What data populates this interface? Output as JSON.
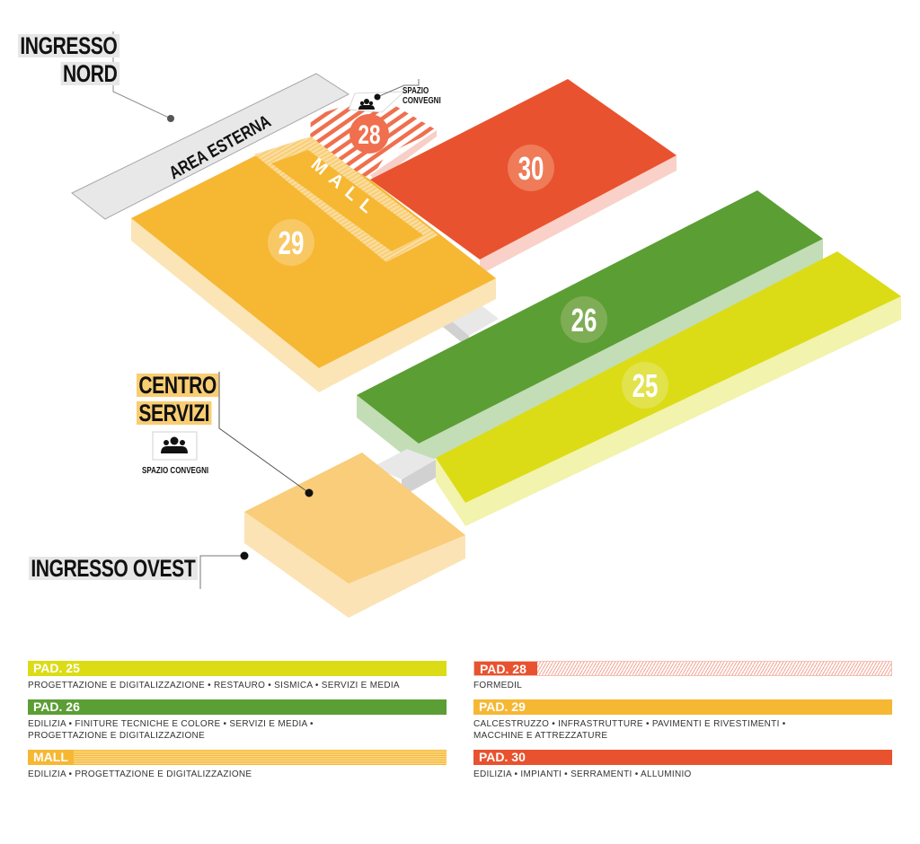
{
  "map": {
    "entrances": {
      "nord": [
        "INGRESSO",
        "NORD"
      ],
      "ovest": "INGRESSO OVEST"
    },
    "area_esterna": "AREA ESTERNA",
    "mall_label": "MALL",
    "centro_servizi": [
      "CENTRO",
      "SERVIZI"
    ],
    "spazio_convegni_top": [
      "SPAZIO",
      "CONVEGNI"
    ],
    "spazio_convegni_centro": "SPAZIO CONVEGNI",
    "pavilions": [
      {
        "id": "25",
        "label": "25",
        "color": "#dbdc15",
        "side": "#f2f3ac"
      },
      {
        "id": "26",
        "label": "26",
        "color": "#5b9e34",
        "side": "#c3ddb6"
      },
      {
        "id": "28",
        "label": "28",
        "color": "#ef6f4e",
        "side": "#f8cfc6"
      },
      {
        "id": "29",
        "label": "29",
        "color": "#f6b733",
        "side": "#fbe5b7"
      },
      {
        "id": "30",
        "label": "30",
        "color": "#e9522e",
        "side": "#f9d1c9"
      },
      {
        "id": "centro",
        "label": "",
        "color": "#f9cd79",
        "side": "#fbe3b6"
      }
    ],
    "icons": [
      "people-icon",
      "people-icon"
    ]
  },
  "legend": {
    "left": [
      {
        "title": "PAD. 25",
        "color": "#dbdc15",
        "pattern": "solid",
        "desc": [
          "PROGETTAZIONE E DIGITALIZZAZIONE • RESTAURO • SISMICA • SERVIZI E MEDIA"
        ]
      },
      {
        "title": "PAD. 26",
        "color": "#5b9e34",
        "pattern": "solid",
        "desc": [
          "EDILIZIA • FINITURE TECNICHE E COLORE • SERVIZI E MEDIA •",
          "PROGETTAZIONE E DIGITALIZZAZIONE"
        ]
      },
      {
        "title": "MALL",
        "color": "#f6b733",
        "pattern": "dotted",
        "desc": [
          "EDILIZIA • PROGETTAZIONE E DIGITALIZZAZIONE"
        ]
      }
    ],
    "right": [
      {
        "title": "PAD. 28",
        "color": "#e9522e",
        "pattern": "hatched",
        "desc": [
          "FORMEDIL"
        ]
      },
      {
        "title": "PAD. 29",
        "color": "#f6b733",
        "pattern": "solid",
        "desc": [
          "CALCESTRUZZO • INFRASTRUTTURE • PAVIMENTI E RIVESTIMENTI •",
          "MACCHINE E ATTREZZATURE"
        ]
      },
      {
        "title": "PAD. 30",
        "color": "#e9522e",
        "pattern": "solid",
        "desc": [
          "EDILIZIA • IMPIANTI • SERRAMENTI • ALLUMINIO"
        ]
      }
    ]
  }
}
